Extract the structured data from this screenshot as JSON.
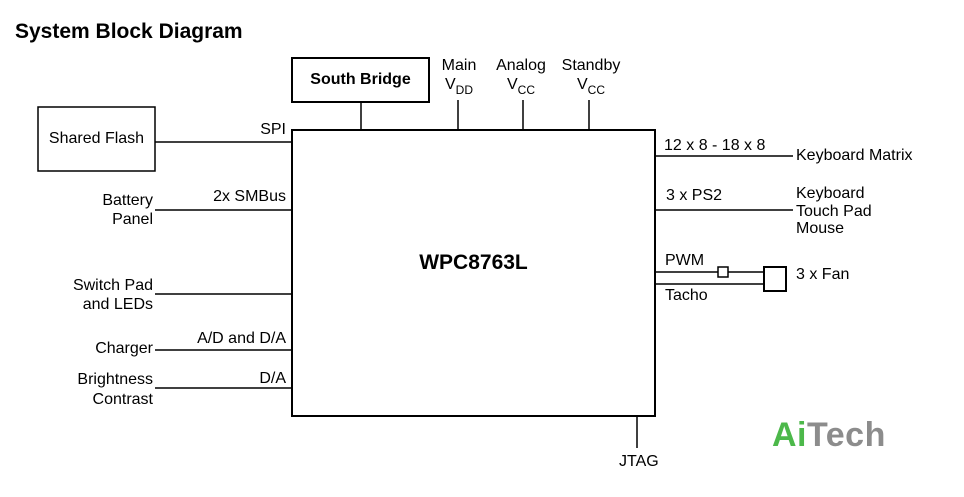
{
  "title": "System Block Diagram",
  "chip": {
    "name": "WPC8763L"
  },
  "south_bridge": {
    "label": "South Bridge"
  },
  "shared_flash": {
    "label": "Shared Flash"
  },
  "power": {
    "main": {
      "top": "Main",
      "base": "V",
      "sub": "DD"
    },
    "analog": {
      "top": "Analog",
      "base": "V",
      "sub": "CC"
    },
    "standby": {
      "top": "Standby",
      "base": "V",
      "sub": "CC"
    }
  },
  "left": {
    "spi": "SPI",
    "smbus": "2x SMBus",
    "battery": [
      "Battery",
      "Panel"
    ],
    "switch": [
      "Switch Pad",
      "and LEDs"
    ],
    "charger": "Charger",
    "ad_da": "A/D and D/A",
    "brightness": [
      "Brightness",
      "Contrast"
    ],
    "da": "D/A"
  },
  "right": {
    "matrix_size": "12 x 8 - 18 x 8",
    "keyboard_matrix": "Keyboard Matrix",
    "ps2": "3 x PS2",
    "ps2_devices": [
      "Keyboard",
      "Touch Pad",
      "Mouse"
    ],
    "pwm": "PWM",
    "tacho": "Tacho",
    "fan": "3 x Fan"
  },
  "jtag": "JTAG",
  "watermark": {
    "ai": "Ai",
    "tech": "Tech"
  }
}
